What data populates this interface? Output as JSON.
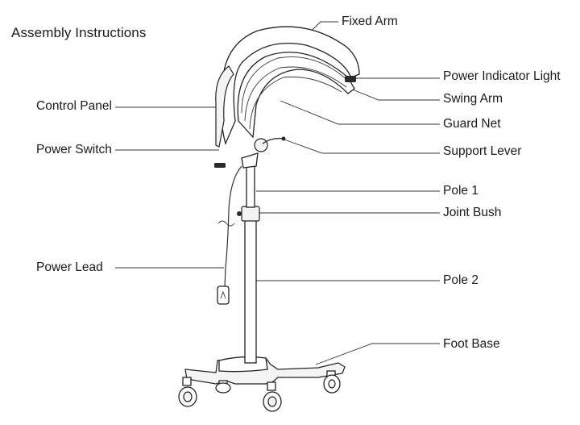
{
  "title": "Assembly Instructions",
  "labels": {
    "fixed_arm": "Fixed Arm",
    "power_indicator_light": "Power Indicator Light",
    "swing_arm": "Swing Arm",
    "guard_net": "Guard Net",
    "support_lever": "Support Lever",
    "pole_1": "Pole 1",
    "joint_bush": "Joint Bush",
    "pole_2": "Pole 2",
    "foot_base": "Foot Base",
    "control_panel": "Control Panel",
    "power_switch": "Power Switch",
    "power_lead": "Power Lead"
  }
}
